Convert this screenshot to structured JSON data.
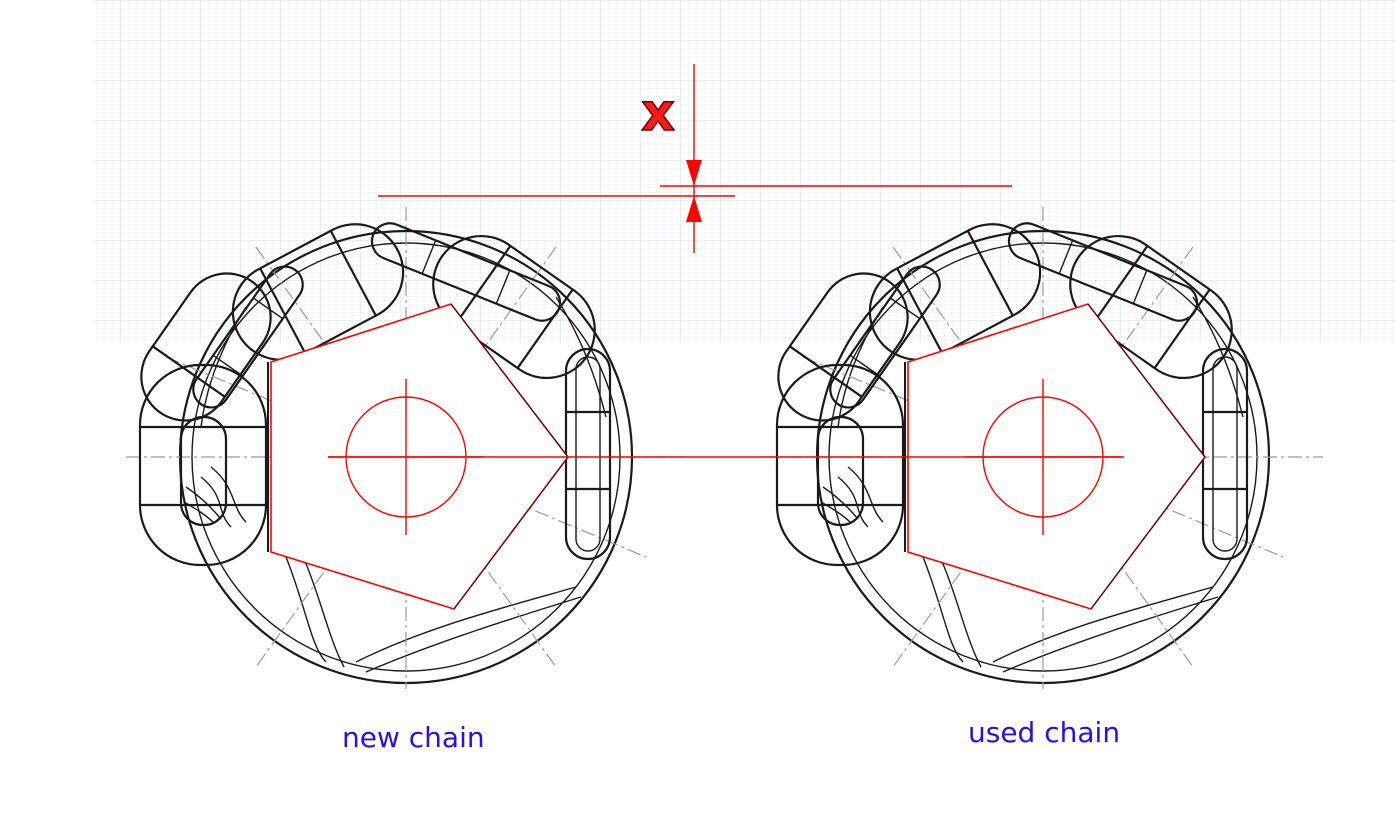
{
  "dimension": {
    "label": "x"
  },
  "labels": {
    "new_chain": "new chain",
    "used_chain": "used chain"
  },
  "colors": {
    "drawing_lines": "#1a1a1a",
    "measurement": "#ff0000",
    "caption_text": "#2b0fe6",
    "grid_background": "#dde8f3"
  }
}
